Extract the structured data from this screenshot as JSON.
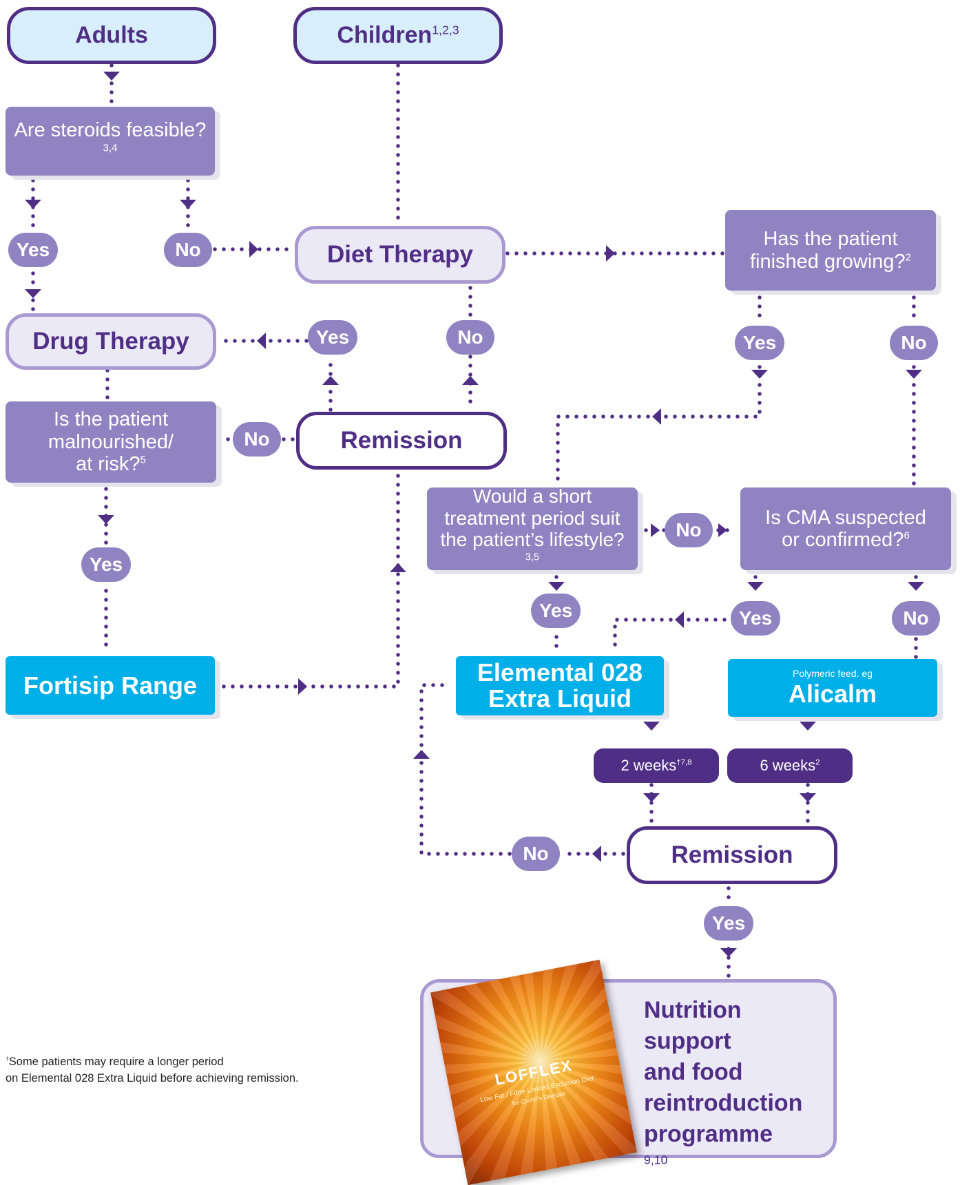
{
  "start": {
    "adults": "Adults",
    "children": "Children",
    "children_ref": "1,2,3"
  },
  "questions": {
    "steroids": {
      "text": "Are steroids feasible?",
      "ref": "3,4"
    },
    "malnourished": {
      "line1": "Is the patient",
      "line2": "malnourished/",
      "line3": "at risk?",
      "ref": "5"
    },
    "growing": {
      "line1": "Has the patient",
      "line2": "finished growing?",
      "ref": "2"
    },
    "short_treatment": {
      "line1": "Would a short",
      "line2": "treatment period suit",
      "line3": "the patient’s lifestyle?",
      "ref": "3,5"
    },
    "cma": {
      "line1": "Is CMA suspected",
      "line2": "or confirmed?",
      "ref": "6"
    }
  },
  "therapies": {
    "diet": "Diet Therapy",
    "drug": "Drug Therapy"
  },
  "remission_label": "Remission",
  "products": {
    "fortisip": "Fortisip Range",
    "elemental_line1": "Elemental 028",
    "elemental_line2": "Extra Liquid",
    "alicalm_caption": "Polymeric feed. eg",
    "alicalm": "Alicalm"
  },
  "durations": {
    "elemental": {
      "text": "2 weeks",
      "ref": "†7,8"
    },
    "alicalm": {
      "text": "6 weeks",
      "ref": "2"
    }
  },
  "answers": {
    "yes": "Yes",
    "no": "No"
  },
  "final": {
    "line1": "Nutrition",
    "line2": "support",
    "line3": "and food",
    "line4": "reintroduction",
    "line5": "programme",
    "ref": "9,10"
  },
  "booklet": {
    "brand": "LOFFLEX",
    "subtitle1": "Low Fat / Fibre Limited Exclusion Diet",
    "subtitle2": "for Crohn's Disease"
  },
  "footnote": {
    "mark": "†",
    "line1": "Some patients may require a longer period",
    "line2": "on Elemental 028 Extra Liquid before achieving remission."
  },
  "colors": {
    "dark_purple": "#4f2e86",
    "mid_purple": "#8f84c1",
    "light_purple": "#ece9f6",
    "light_blue": "#d8eefa",
    "cyan": "#00aee8"
  }
}
